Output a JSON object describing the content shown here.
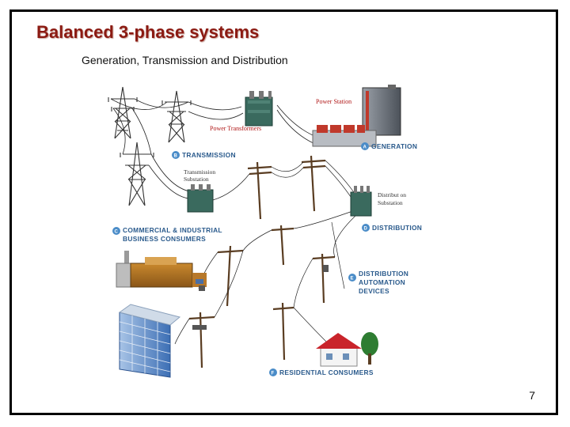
{
  "slide": {
    "title": "Balanced 3-phase systems",
    "subtitle": "Generation, Transmission and Distribution",
    "page_number": "7"
  },
  "diagram": {
    "labels": {
      "power_station": "Power Station",
      "power_transformers": "Power Transformers",
      "transmission_substation_1": "Transmission",
      "transmission_substation_2": "Substation",
      "distribution_substation_1": "Distribut on",
      "distribution_substation_2": "Substation"
    },
    "stages": [
      {
        "letter": "A",
        "label": "GENERATION"
      },
      {
        "letter": "B",
        "label": "TRANSMISSION"
      },
      {
        "letter": "C",
        "label_line1": "COMMERCIAL & INDUSTRIAL",
        "label_line2": "BUSINESS CONSUMERS"
      },
      {
        "letter": "D",
        "label": "DISTRIBUTION"
      },
      {
        "letter": "E",
        "label_line1": "DISTRIBUTION",
        "label_line2": "AUTOMATION",
        "label_line3": "DEVICES"
      },
      {
        "letter": "F",
        "label": "RESIDENTIAL CONSUMERS"
      }
    ],
    "colors": {
      "stage_label": "#2a5a8c",
      "badge": "#4a8cc8",
      "title": "#8b1a12"
    }
  }
}
